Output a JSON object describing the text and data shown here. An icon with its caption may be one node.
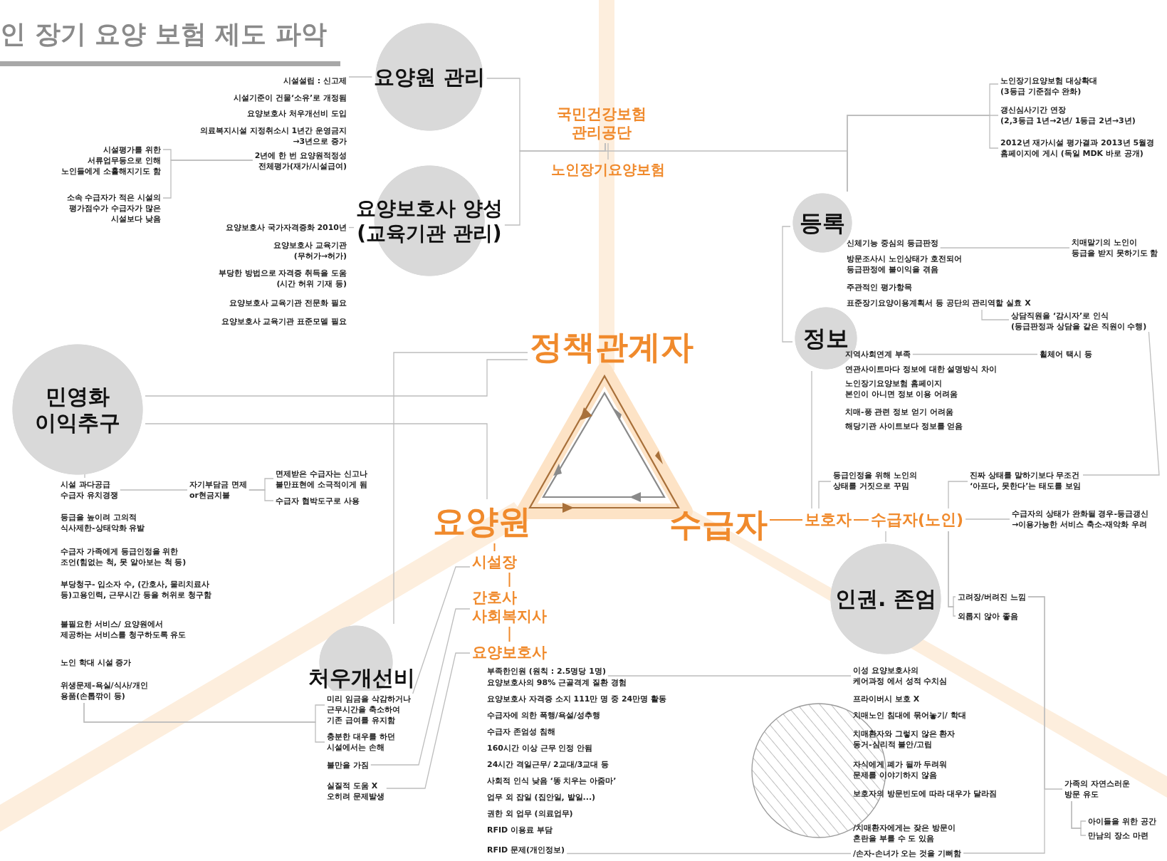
{
  "diagram": {
    "title": "인 장기 요양 보험 제도 파악",
    "nodes": [
      {
        "text": [
          "요양원 관리"
        ]
      },
      {
        "text": [
          "시설설립 : 신고제"
        ]
      },
      {
        "text": [
          "2년에 한 번 요양원적정성 전체평가(재가/시설급여)"
        ]
      },
      {
        "text": [
          "시설평가를 위한 서류업무등으로 인해 노인들에게 소홀해지기도 함"
        ]
      },
      {
        "text": [
          "소속 수급자가 적은 시설의 평가점수가 수급자가 많은 시설보다 낮음"
        ]
      },
      {
        "text": [
          "요양보호사 양성 (교육기관 관리)"
        ]
      },
      {
        "text": [
          "요양보호사 국가자격증화 2010년"
        ]
      },
      {
        "text": [
          "국민건강보험 관리공단"
        ]
      },
      {
        "text": [
          "노인장기요양보험"
        ]
      },
      {
        "text": [
          "노인장기요양보험 대상확대 (3등급 기준점수 완화)"
        ]
      },
      {
        "text": [
          "갱신심사기간 연장 (2,3등급 1년→2년/ 1등급 2년→3년)"
        ]
      },
      {
        "text": [
          "2012년 재가시설 평가결과 2013년 5월경 홈페이지에 게시 (독일 MDK 바로 공개)"
        ]
      },
      {
        "text": [
          "등록"
        ]
      },
      {
        "text": [
          "신체기능 중심의 등급판정"
        ]
      },
      {
        "text": [
          "치매말기의 노인이 등급을 받지 못하기도 함"
        ]
      },
      {
        "text": [
          "표준장기요양이용계획서 등 공단의 관리역할 실효 X"
        ]
      },
      {
        "text": [
          "상담직원을 ‘감시자’로 인식 (등급판정과 상담을 같은 직원이 수행)"
        ]
      },
      {
        "text": [
          "정보"
        ]
      },
      {
        "text": [
          "지역사회연계 부족"
        ]
      },
      {
        "text": [
          "휠체어 택시 등"
        ]
      },
      {
        "text": [
          "정책관계자"
        ]
      },
      {
        "text": [
          "민영화 이익추구"
        ]
      },
      {
        "text": [
          "시설 과다공급 수급자 유치경쟁"
        ]
      },
      {
        "text": [
          "자기부담금 면제 or현금지불"
        ]
      },
      {
        "text": [
          "면제받은 수급자는 신고나 불만표현에 소극적이게 됨"
        ]
      },
      {
        "text": [
          "수급자 협박도구로 사용"
        ]
      },
      {
        "text": [
          "위생문제-욕실/식사/개인 용품(손톱깎이 등)"
        ]
      },
      {
        "text": [
          "요양원"
        ]
      },
      {
        "text": [
          "시설장"
        ]
      },
      {
        "text": [
          "간호사 사회복지사"
        ]
      },
      {
        "text": [
          "요양보호사"
        ]
      },
      {
        "text": [
          "처우개선비"
        ]
      },
      {
        "text": [
          "미리 임금을 삭감하거나 근무시간을 축소하여 기존 급여를 유지함"
        ]
      },
      {
        "text": [
          "충분한 대우를 하던 시설에서는 손해"
        ]
      },
      {
        "text": [
          "불만을 가짐"
        ]
      },
      {
        "text": [
          "실질적 도움 X 오히려 문제발생"
        ]
      },
      {
        "text": [
          "부족한인원 (원칙 : 2.5명당 1명)"
        ]
      },
      {
        "text": [
          "RFID 문제(개인정보)"
        ]
      },
      {
        "text": [],
        "shape": "circle"
      },
      {
        "text": [
          "수급자"
        ]
      },
      {
        "text": [
          "보호자"
        ]
      },
      {
        "text": [
          "수급자(노인)"
        ]
      },
      {
        "text": [
          "등급인정을 위해 노인의 상태를 거짓으로 꾸밈"
        ]
      },
      {
        "text": [
          "진짜 상태를 말하기보다 무조건 ‘아프다, 못한다’는 태도를 보임"
        ]
      },
      {
        "text": [
          "수급자의 상태가 완화될 경우-등급갱신 →이용가능한 서비스 축소-재악화 우려"
        ]
      },
      {
        "text": [
          "인권. 존엄"
        ]
      },
      {
        "text": [
          "고려장/버려진 느낌"
        ]
      },
      {
        "text": [
          "외롭지 않아 좋음"
        ]
      },
      {
        "text": [
          "이성 요양보호사의 케어과정 에서 성적 수치심"
        ]
      },
      {
        "text": [
          "/손자-손녀가 오는 것을 기뻐함"
        ]
      },
      {
        "text": [
          "가족의 자연스러운 방문 유도"
        ]
      },
      {
        "text": [
          "아이들을 위한 공간"
        ]
      },
      {
        "text": [
          "만남의 장소 마련"
        ]
      }
    ],
    "edges": [
      {
        "from": 1,
        "to": 0,
        "arrow": "none"
      },
      {
        "from": 2,
        "to": 3,
        "arrow": "none"
      },
      {
        "from": 2,
        "to": 4,
        "arrow": "none"
      },
      {
        "from": 7,
        "to": 0,
        "arrow": "none"
      },
      {
        "from": 7,
        "to": 5,
        "arrow": "none"
      },
      {
        "from": 7,
        "to": 8,
        "arrow": "none"
      },
      {
        "from": 7,
        "to": 12,
        "arrow": "none"
      },
      {
        "from": 12,
        "to": 9,
        "arrow": "none"
      },
      {
        "from": 12,
        "to": 10,
        "arrow": "none"
      },
      {
        "from": 12,
        "to": 11,
        "arrow": "none"
      },
      {
        "from": 5,
        "to": 6,
        "arrow": "none"
      },
      {
        "from": 12,
        "to": 17,
        "arrow": "none"
      },
      {
        "from": 13,
        "to": 14,
        "arrow": "none"
      },
      {
        "from": 15,
        "to": 16,
        "arrow": "none"
      },
      {
        "from": 16,
        "to": 43,
        "arrow": "none"
      },
      {
        "from": 18,
        "to": 19,
        "arrow": "none"
      },
      {
        "from": 17,
        "to": 40,
        "arrow": "none"
      },
      {
        "from": 42,
        "to": 40,
        "arrow": "none"
      },
      {
        "from": 43,
        "to": 41,
        "arrow": "none"
      },
      {
        "from": 41,
        "to": 44,
        "arrow": "none"
      },
      {
        "from": 41,
        "to": 45,
        "arrow": "none"
      },
      {
        "from": 41,
        "to": 46,
        "arrow": "none"
      },
      {
        "from": 41,
        "to": 47,
        "arrow": "none"
      },
      {
        "from": 46,
        "to": 49,
        "arrow": "none"
      },
      {
        "from": 46,
        "to": 50,
        "arrow": "none"
      },
      {
        "from": 50,
        "to": 51,
        "arrow": "none"
      },
      {
        "from": 50,
        "to": 52,
        "arrow": "none"
      },
      {
        "from": 21,
        "to": 20,
        "arrow": "none"
      },
      {
        "from": 21,
        "to": 27,
        "arrow": "none"
      },
      {
        "from": 20,
        "to": 31,
        "arrow": "none"
      },
      {
        "from": 21,
        "to": 22,
        "arrow": "none"
      },
      {
        "from": 22,
        "to": 23,
        "arrow": "none"
      },
      {
        "from": 23,
        "to": 24,
        "arrow": "none"
      },
      {
        "from": 23,
        "to": 25,
        "arrow": "none"
      },
      {
        "from": 26,
        "to": 32,
        "arrow": "none"
      },
      {
        "from": 26,
        "to": 33,
        "arrow": "none"
      },
      {
        "from": 27,
        "to": 28,
        "arrow": "none",
        "color": "#f08a2c"
      },
      {
        "from": 28,
        "to": 29,
        "arrow": "none",
        "color": "#f08a2c"
      },
      {
        "from": 29,
        "to": 30,
        "arrow": "none",
        "color": "#f08a2c"
      },
      {
        "from": 28,
        "to": 32,
        "arrow": "none"
      },
      {
        "from": 29,
        "to": 34,
        "arrow": "none"
      },
      {
        "from": 30,
        "to": 35,
        "arrow": "none"
      },
      {
        "from": 36,
        "to": 48,
        "arrow": "none"
      },
      {
        "from": 37,
        "to": 49,
        "arrow": "none"
      },
      {
        "from": 39,
        "to": 40,
        "arrow": "none",
        "color": "#f08a2c"
      },
      {
        "from": 40,
        "to": 41,
        "arrow": "none",
        "color": "#f08a2c"
      }
    ],
    "labels": [
      "시설기준이 건물‘소유’로 개정됨",
      "요양보호사 처우개선비 도입",
      "의료복지시설 지정취소시 1년간 운영금지 →3년으로 증가",
      "요양보호사 교육기관 (무허가→허가)",
      "부당한 방법으로 자격증 취득을 도움 (시간 허위 기재 등)",
      "요양보호사 교육기관 전문화 필요",
      "요양보호사 교육기관 표준모델 필요",
      "방문조사시 노인상태가 호전되어 등급판정에 불이익을 겪음",
      "주관적인 평가항목",
      "연관사이트마다 정보에 대한 설명방식 차이",
      "노인장기요양보험 홈페이지 본인이 아니면 정보 이용 어려움",
      "치매-풍 관련 정보 얻기 어려움",
      "해당기관 사이트보다 정보를 얻음",
      "등급을 높이려 고의적 식사제한-상태악화 유발",
      "수급자 가족에게 등급인정을 위한 조언(힘없는 척, 못 알아보는 척 등)",
      "부당청구- 입소자 수, (간호사, 물리치료사 등)고용인력, 근무시간 등을 허위로 청구함",
      "불필요한 서비스/ 요양원에서 제공하는 서비스를 청구하도록 유도",
      "노인 학대 시설 증가",
      "요양보호사의 98% 근골격계 질환 경험",
      "요양보호사 자격증 소지 111만 명 중 24만명 활동",
      "수급자에 의한 폭행/욕설/성추행",
      "수급자 존엄성 침해",
      "160시간 이상 근무 인정 안됨",
      "24시간 격일근무/ 2교대/3교대 등",
      "사회적 인식 낮음 ‘똥 치우는 아줌마’",
      "업무 외 잡일 (집안일, 밭일...)",
      "권한 외 업무 (의료업무)",
      "RFID 이용료 부담",
      "프라이버시 보호 X",
      "치매노인 침대에 묶어놓기/ 학대",
      "치매환자와 그렇지 않은 환자 동거-심리적 불안/고립",
      "자식에게 폐가 될까 두려워 문제를 이야기하지 않음",
      "보호자의 방문빈도에 따라 대우가 달라짐",
      "/치매환자에게는 잦은 방문이 혼란을 부를 수 도 있음"
    ]
  }
}
